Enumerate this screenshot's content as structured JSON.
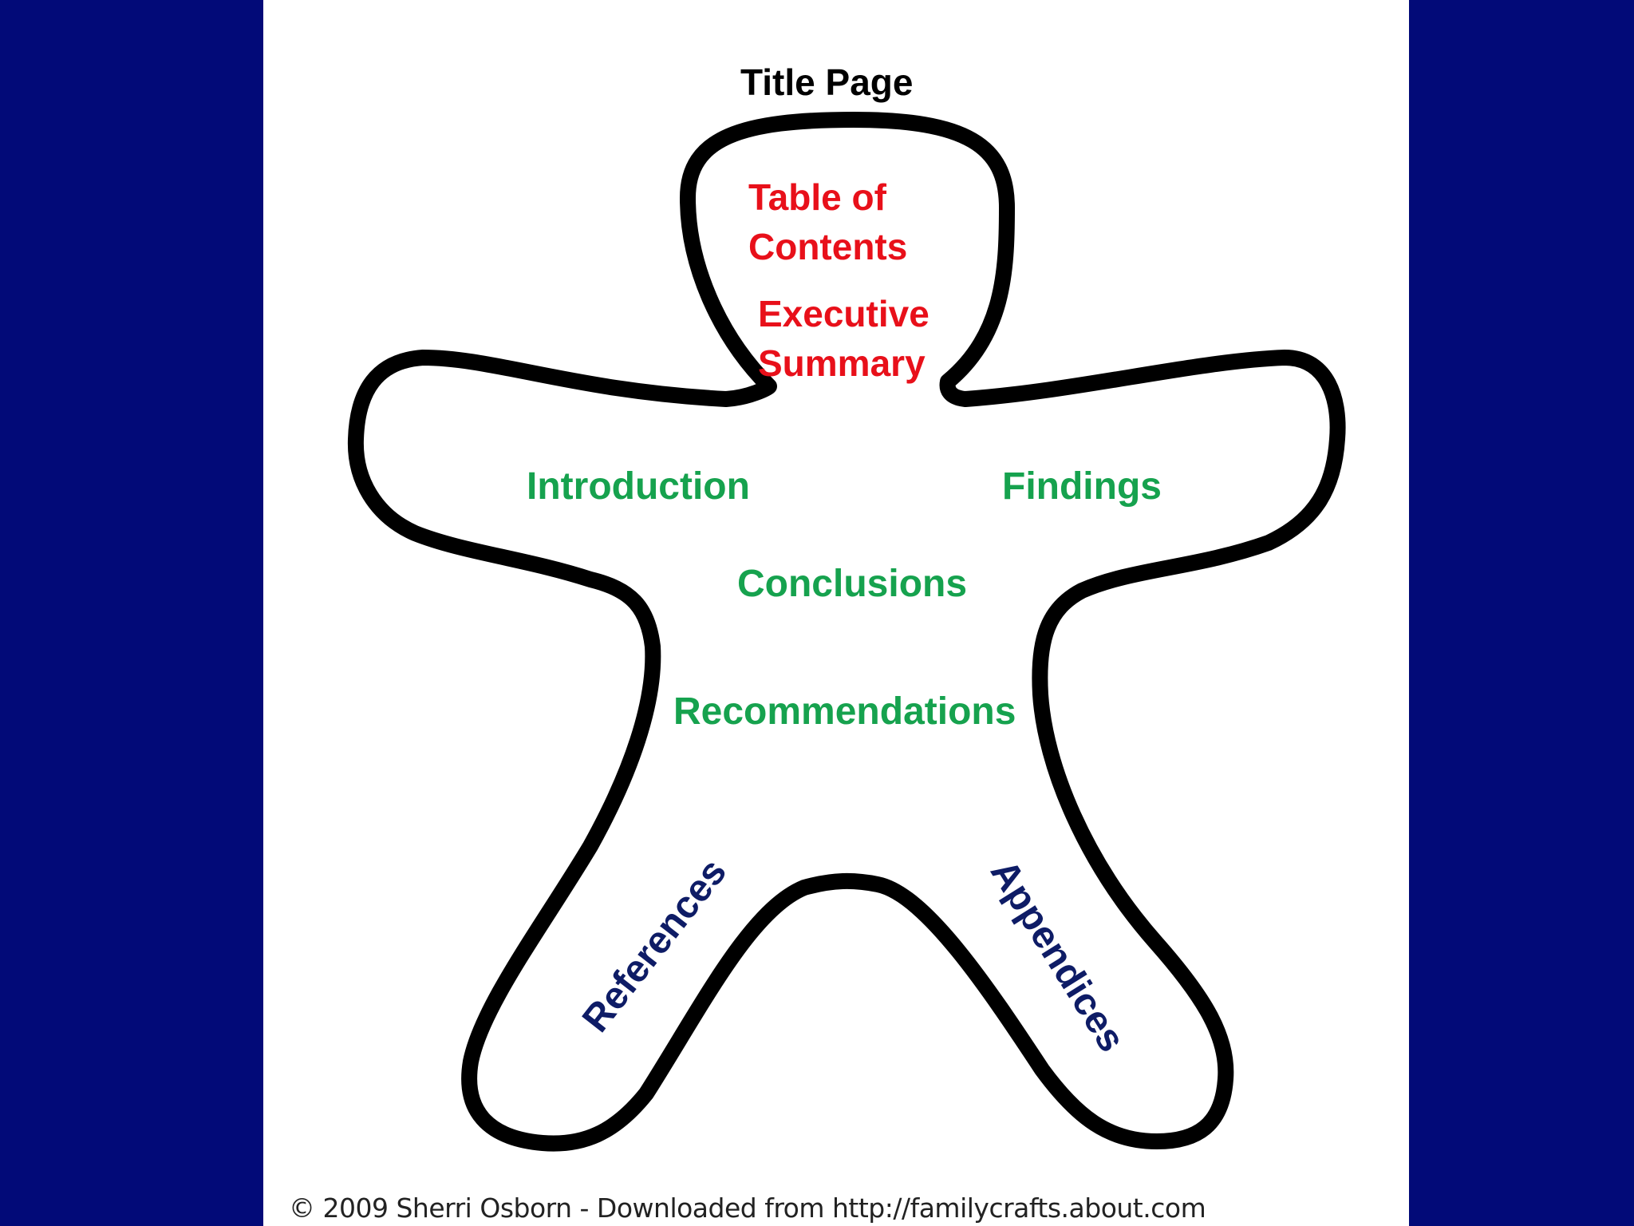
{
  "diagram": {
    "title": "Title Page",
    "head_labels": {
      "table_of_contents": "Table of\nContents",
      "executive_summary": "Executive\nSummary"
    },
    "body_labels": {
      "introduction": "Introduction",
      "findings": "Findings",
      "conclusions": "Conclusions",
      "recommendations": "Recommendations"
    },
    "leg_labels": {
      "references": "References",
      "appendices": "Appendices"
    },
    "copyright": "© 2009 Sherri Osborn - Downloaded from http://familycrafts.about.com"
  },
  "colors": {
    "background": "#020a78",
    "panel": "#ffffff",
    "title": "#000000",
    "front_matter": "#e8101a",
    "body_sections": "#16a24e",
    "back_matter": "#0e1c66",
    "outline": "#000000"
  },
  "icons": {
    "figure": "gingerbread-person-outline"
  }
}
